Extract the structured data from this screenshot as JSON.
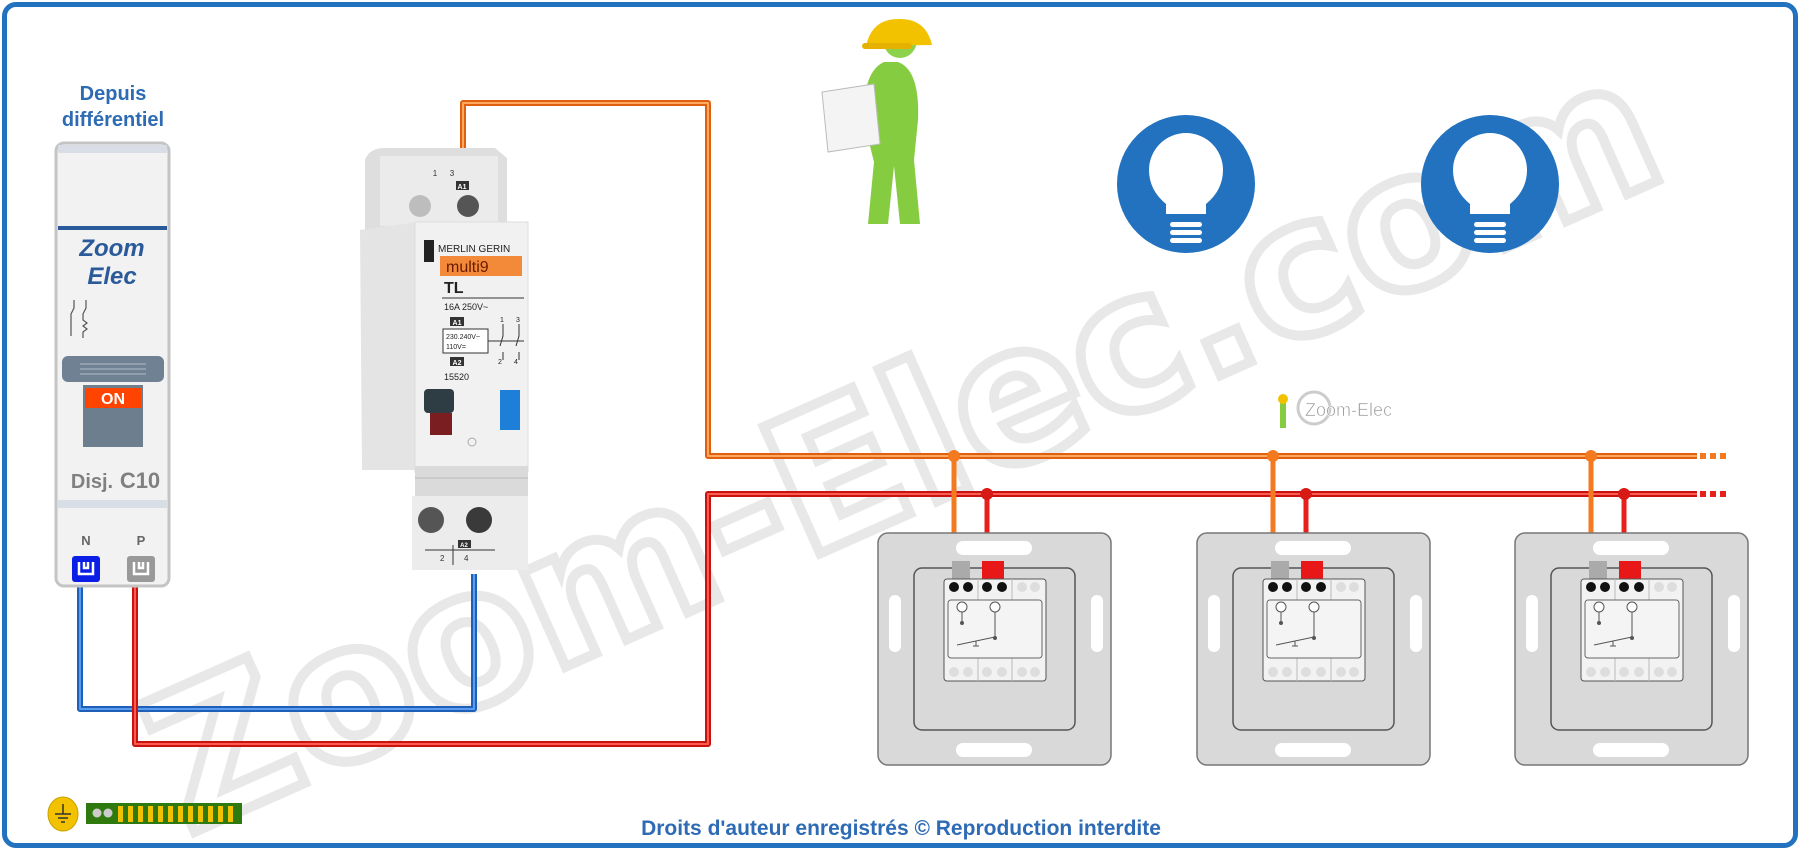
{
  "header": {
    "source_line1": "Depuis",
    "source_line2": "différentiel"
  },
  "breaker": {
    "brand_line1": "Zoom",
    "brand_line2": "Elec",
    "state_label": "ON",
    "type_label": "Disj.",
    "rating": "C10",
    "terminal_n": "N",
    "terminal_p": "P"
  },
  "relay": {
    "terminal_top_left": "1",
    "terminal_top_right": "3",
    "coil_top": "A1",
    "manufacturer": "MERLIN GERIN",
    "range": "multi9",
    "model": "TL",
    "spec": "16A 250V~",
    "coil_a1": "A1",
    "coil_voltage_1": "230.240V~",
    "coil_voltage_2": "110V=",
    "coil_a2": "A2",
    "contact_1": "1",
    "contact_3": "3",
    "contact_2": "2",
    "contact_4": "4",
    "reference": "15520",
    "coil_bottom": "A2",
    "terminal_bottom_left": "2",
    "terminal_bottom_right": "4"
  },
  "watermark": {
    "text": "Zoom-Elec.com",
    "logo_text": "Zoom-Elec"
  },
  "lamps": [
    {
      "icon": "lightbulb-icon"
    },
    {
      "icon": "lightbulb-icon"
    }
  ],
  "switches": [
    {
      "type": "push-button"
    },
    {
      "type": "push-button"
    },
    {
      "type": "push-button"
    }
  ],
  "colors": {
    "frame": "#2272bf",
    "phase_wire": "#e8201c",
    "control_wire": "#f47a20",
    "neutral_wire": "#2f7de0",
    "lamp": "#2272bf"
  },
  "footer": {
    "copyright": "Droits d'auteur enregistrés © Reproduction interdite"
  }
}
